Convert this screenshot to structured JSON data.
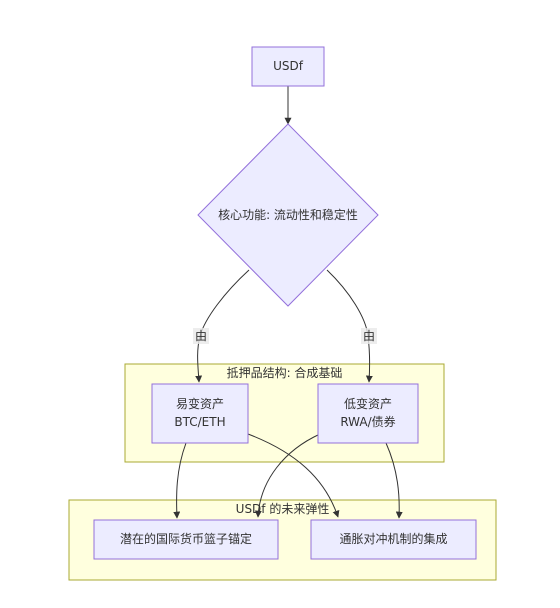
{
  "colors": {
    "node_fill": "#ECECFF",
    "node_stroke": "#9370DB",
    "cluster_fill": "#FFFFDE",
    "cluster_stroke": "#AAAA33",
    "edge": "#333333",
    "text": "#333333"
  },
  "nodes": {
    "usdf": "USDf",
    "core": "核心功能: 流动性和稳定性",
    "volatile_line1": "易变资产",
    "volatile_line2": "BTC/ETH",
    "lowvol_line1": "低变资产",
    "lowvol_line2": "RWA/债券",
    "basket": "潜在的国际货币篮子锚定",
    "hedge": "通胀对冲机制的集成"
  },
  "clusters": {
    "collateral": "抵押品结构: 合成基础",
    "future": "USDf 的未来弹性"
  },
  "edges": {
    "label_left": "由",
    "label_right": "由"
  }
}
